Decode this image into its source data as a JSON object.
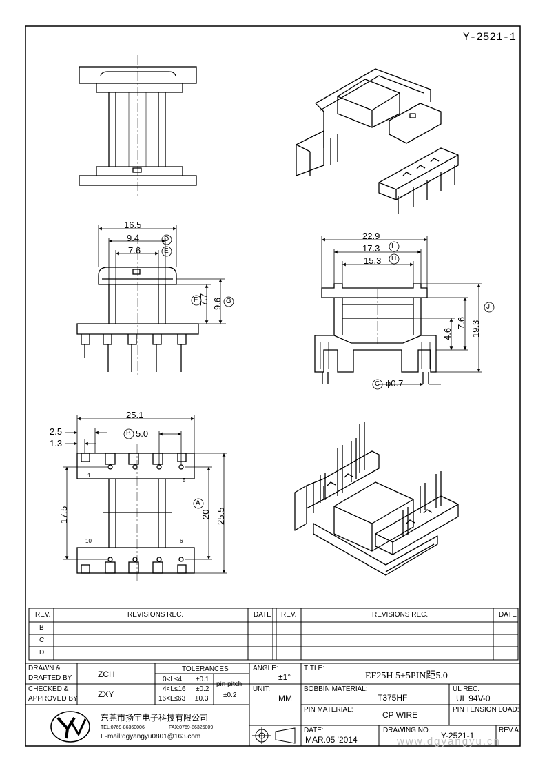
{
  "drawing_id": "Y-2521-1",
  "dimensions": {
    "d16_5": "16.5",
    "d9_4": "9.4",
    "d7_6": "7.6",
    "callout_D": "D",
    "callout_E": "E",
    "callout_F": "F",
    "callout_G": "G",
    "d7_7": "7.7",
    "d9_6": "9.6",
    "d22_9": "22.9",
    "d17_3": "17.3",
    "d15_3": "15.3",
    "callout_I": "I",
    "callout_H": "H",
    "callout_J": "J",
    "d4_6": "4.6",
    "d7_6_side": "7.6",
    "d19_3": "19.3",
    "callout_C": "C",
    "pin_dia": "ϕ0.7",
    "d25_1": "25.1",
    "d2_5": "2.5",
    "d1_3": "1.3",
    "callout_B": "B",
    "pitch": "5.0",
    "callout_A": "A",
    "d17_5": "17.5",
    "d20": "20",
    "d25_5": "25.5",
    "pin1": "1",
    "pin5": "5",
    "pin10": "10",
    "pin6": "6"
  },
  "revisions": {
    "rev_header": "REV.",
    "rec_header": "REVISIONS  REC.",
    "date_header": "DATE",
    "rows": [
      "B",
      "C",
      "D"
    ]
  },
  "title_block": {
    "drawn_by_label": "DRAWN &",
    "drafted_by_label": "DRAFTED BY",
    "drawn_by": "ZCH",
    "checked_label": "CHECKED &",
    "approved_label": "APPROVED BY",
    "checked_by": "ZXY",
    "tolerances_label": "TOLERANCES",
    "tol1_range": "0<L≤4",
    "tol1_val": "±0.1",
    "tol2_range": "4<L≤16",
    "tol2_val": "±0.2",
    "tol3_range": "16<L≤63",
    "tol3_val": "±0.3",
    "pin_pitch_label": "pin pitch",
    "pin_pitch_tol": "±0.2",
    "angle_label": "ANGLE:",
    "angle_val": "±1°",
    "unit_label": "UNIT:",
    "unit_val": "MM",
    "title_label": "TITLE:",
    "title_val": "EF25H 5+5PIN距5.0",
    "bobbin_label": "BOBBIN MATERIAL:",
    "bobbin_val": "T375HF",
    "ul_label": "UL REC.",
    "ul_val": "UL 94V-0",
    "pin_mat_label": "PIN MATERIAL:",
    "pin_mat_val": "CP WIRE",
    "pin_tension_label": "PIN TENSION LOAD:",
    "date_label": "DATE:",
    "date_val": "MAR.05 '2014",
    "drawing_no_label": "DRAWING NO.",
    "drawing_no_val": "Y-2521-1",
    "rev_label": "REV.A",
    "company_name": "东莞市扬宇电子科技有限公司",
    "tel": "TEL:0769-86360006",
    "fax": "FAX:0769-86326009",
    "email": "E-mail:dgyangyu0801@163.com",
    "watermark": "www.dgyangyu.cn"
  }
}
